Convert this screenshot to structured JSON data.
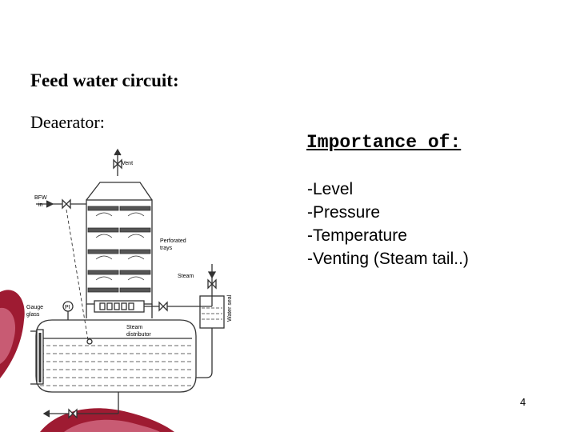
{
  "slide": {
    "title": "Feed water circuit:",
    "subtitle": "Deaerator:",
    "importance_heading": "Importance of:",
    "importance_items": [
      "-Level",
      "-Pressure",
      "-Temperature",
      "-Venting (Steam tail..)"
    ],
    "page_number": "4"
  },
  "diagram": {
    "labels": {
      "vent": "Vent",
      "bfw_in_1": "BFW",
      "bfw_in_2": "in",
      "perforated_trays_1": "Perforated",
      "perforated_trays_2": "trays",
      "steam": "Steam",
      "water_seal": "Water seal",
      "pi": "PI",
      "gauge_glass_1": "Gauge",
      "gauge_glass_2": "glass",
      "steam_distributor_1": "Steam",
      "steam_distributor_2": "distributor"
    },
    "colors": {
      "decor_red": "#9e1b32",
      "decor_pink": "#c85b73",
      "line": "#333333",
      "tray_fill": "#555555"
    }
  }
}
